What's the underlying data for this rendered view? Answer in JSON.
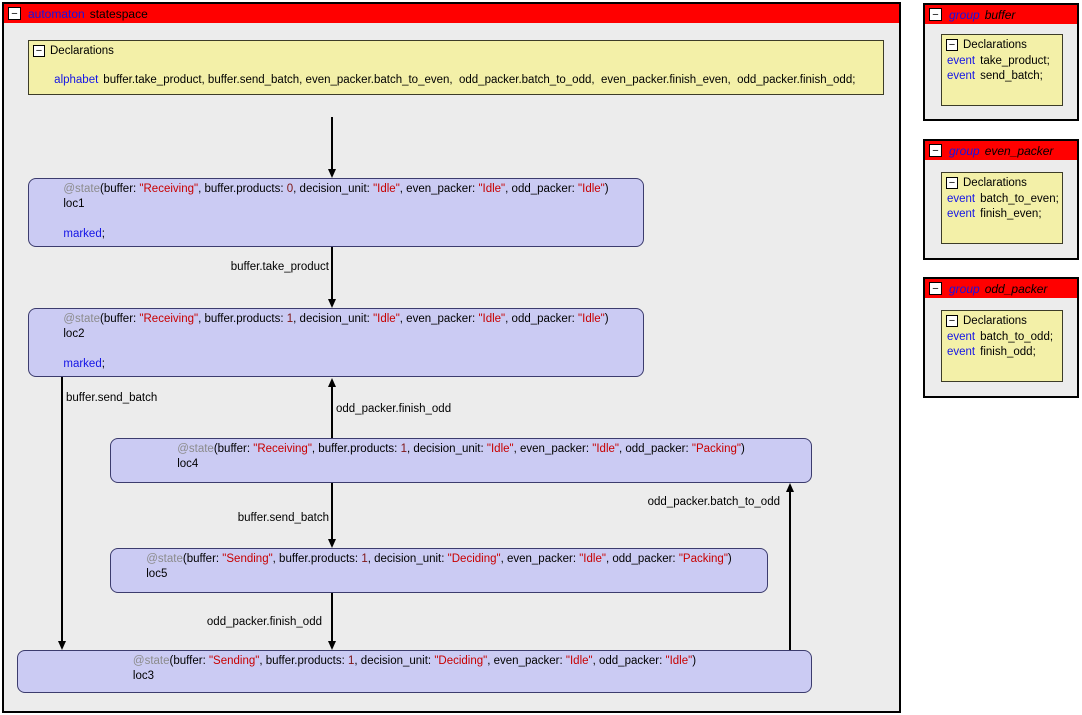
{
  "colors": {
    "title_bar_red": "#ff0000",
    "keyword_blue": "#1414e6",
    "string_red": "#c80000",
    "number_dark_red": "#7d1414",
    "state_keyword_gray": "#8c8c8c",
    "node_fill": "#cbcbf3",
    "node_border": "#3c3c6e",
    "declarations_fill": "#f3f0a8",
    "panel_fill": "#ececec"
  },
  "main_panel": {
    "collapse_icon": "−",
    "title": {
      "keyword": "automaton",
      "name": "statespace"
    },
    "declarations": {
      "collapse_icon": "−",
      "title": "Declarations",
      "keyword": "alphabet",
      "body": "buffer.take_product, buffer.send_batch, even_packer.batch_to_even,  odd_packer.batch_to_odd,  even_packer.finish_even,  odd_packer.finish_odd;"
    },
    "nodes": [
      {
        "name": "loc1",
        "at": "@state",
        "open": "(",
        "close": ")",
        "marked_keyword": "marked",
        "marked_suffix": ";",
        "fields": [
          {
            "k": "buffer",
            "v": "\"Receiving\"",
            "t": "str"
          },
          {
            "k": "buffer.products",
            "v": "0",
            "t": "num"
          },
          {
            "k": "decision_unit",
            "v": "\"Idle\"",
            "t": "str"
          },
          {
            "k": "even_packer",
            "v": "\"Idle\"",
            "t": "str"
          },
          {
            "k": "odd_packer",
            "v": "\"Idle\"",
            "t": "str"
          }
        ]
      },
      {
        "name": "loc2",
        "at": "@state",
        "open": "(",
        "close": ")",
        "marked_keyword": "marked",
        "marked_suffix": ";",
        "fields": [
          {
            "k": "buffer",
            "v": "\"Receiving\"",
            "t": "str"
          },
          {
            "k": "buffer.products",
            "v": "1",
            "t": "num"
          },
          {
            "k": "decision_unit",
            "v": "\"Idle\"",
            "t": "str"
          },
          {
            "k": "even_packer",
            "v": "\"Idle\"",
            "t": "str"
          },
          {
            "k": "odd_packer",
            "v": "\"Idle\"",
            "t": "str"
          }
        ]
      },
      {
        "name": "loc4",
        "at": "@state",
        "open": "(",
        "close": ")",
        "fields": [
          {
            "k": "buffer",
            "v": "\"Receiving\"",
            "t": "str"
          },
          {
            "k": "buffer.products",
            "v": "1",
            "t": "num"
          },
          {
            "k": "decision_unit",
            "v": "\"Idle\"",
            "t": "str"
          },
          {
            "k": "even_packer",
            "v": "\"Idle\"",
            "t": "str"
          },
          {
            "k": "odd_packer",
            "v": "\"Packing\"",
            "t": "str"
          }
        ]
      },
      {
        "name": "loc5",
        "at": "@state",
        "open": "(",
        "close": ")",
        "fields": [
          {
            "k": "buffer",
            "v": "\"Sending\"",
            "t": "str"
          },
          {
            "k": "buffer.products",
            "v": "1",
            "t": "num"
          },
          {
            "k": "decision_unit",
            "v": "\"Deciding\"",
            "t": "str"
          },
          {
            "k": "even_packer",
            "v": "\"Idle\"",
            "t": "str"
          },
          {
            "k": "odd_packer",
            "v": "\"Packing\"",
            "t": "str"
          }
        ]
      },
      {
        "name": "loc3",
        "at": "@state",
        "open": "(",
        "close": ")",
        "fields": [
          {
            "k": "buffer",
            "v": "\"Sending\"",
            "t": "str"
          },
          {
            "k": "buffer.products",
            "v": "1",
            "t": "num"
          },
          {
            "k": "decision_unit",
            "v": "\"Deciding\"",
            "t": "str"
          },
          {
            "k": "even_packer",
            "v": "\"Idle\"",
            "t": "str"
          },
          {
            "k": "odd_packer",
            "v": "\"Idle\"",
            "t": "str"
          }
        ]
      }
    ],
    "edges": [
      {
        "id": "initial-loc1",
        "label": ""
      },
      {
        "id": "loc1-loc2",
        "label": "buffer.take_product"
      },
      {
        "id": "loc4-loc2",
        "label": "odd_packer.finish_odd"
      },
      {
        "id": "loc2-loc3",
        "label": "buffer.send_batch"
      },
      {
        "id": "loc4-loc5",
        "label": "buffer.send_batch"
      },
      {
        "id": "loc5-loc3",
        "label": "odd_packer.finish_odd"
      },
      {
        "id": "loc3-loc4",
        "label": "odd_packer.batch_to_odd"
      }
    ]
  },
  "groups": [
    {
      "collapse_icon": "−",
      "title": {
        "keyword": "group",
        "name": "buffer"
      },
      "declarations": {
        "collapse_icon": "−",
        "title": "Declarations",
        "events": [
          {
            "keyword": "event",
            "name": "take_product;"
          },
          {
            "keyword": "event",
            "name": "send_batch;"
          }
        ]
      }
    },
    {
      "collapse_icon": "−",
      "title": {
        "keyword": "group",
        "name": "even_packer"
      },
      "declarations": {
        "collapse_icon": "−",
        "title": "Declarations",
        "events": [
          {
            "keyword": "event",
            "name": "batch_to_even;"
          },
          {
            "keyword": "event",
            "name": "finish_even;"
          }
        ]
      }
    },
    {
      "collapse_icon": "−",
      "title": {
        "keyword": "group",
        "name": "odd_packer"
      },
      "declarations": {
        "collapse_icon": "−",
        "title": "Declarations",
        "events": [
          {
            "keyword": "event",
            "name": "batch_to_odd;"
          },
          {
            "keyword": "event",
            "name": "finish_odd;"
          }
        ]
      }
    }
  ]
}
